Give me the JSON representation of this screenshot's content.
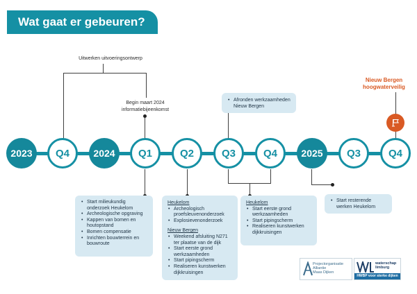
{
  "header": {
    "title": "Wat gaat er gebeuren?"
  },
  "timeline": {
    "nodes": [
      {
        "label": "2023",
        "kind": "year"
      },
      {
        "label": "Q4",
        "kind": "quarter"
      },
      {
        "label": "2024",
        "kind": "year"
      },
      {
        "label": "Q1",
        "kind": "quarter"
      },
      {
        "label": "Q2",
        "kind": "quarter"
      },
      {
        "label": "Q3",
        "kind": "quarter"
      },
      {
        "label": "Q4",
        "kind": "quarter"
      },
      {
        "label": "2025",
        "kind": "year"
      },
      {
        "label": "Q3",
        "kind": "quarter"
      },
      {
        "label": "Q4",
        "kind": "quarter"
      }
    ]
  },
  "annotations": {
    "uitwerken": "Uitwerken uitvoeringsontwerp",
    "begin_line1": "Begin maart 2024",
    "begin_line2": "informatiebijeenkomst"
  },
  "cards": {
    "q3_top": {
      "items": [
        "Afronden werkzaamheden Nieuw Bergen"
      ]
    },
    "q1": {
      "items": [
        "Start milieukundig onderzoek Heukelom",
        "Archeologische opgraving",
        "Kappen van bomen en houtopstand",
        "Bomen compensatie",
        "Inrichten bouwterrein en bouwroute"
      ]
    },
    "q2": {
      "heading1": "Heukelom",
      "items1": [
        "Archeologisch proefsleuvenonderzoek",
        "Explosievenonderzoek"
      ],
      "heading2": "Nieuw Bergen",
      "items2": [
        "Weekend afsluiting N271 ter plaatse van de dijk",
        "Start eerste grond werkzaamheden",
        "Start pipingscherm",
        "Realiseren kunstwerken dijkkruisingen"
      ]
    },
    "q3q4": {
      "heading": "Heukelom",
      "items": [
        "Start eerste grond werkzaamheden",
        "Start pipingscherm",
        "Realiseren kunstwerken dijkkruisingen"
      ]
    },
    "q3_2025": {
      "items": [
        "Start resterende werken Heukelom"
      ]
    }
  },
  "milestone": {
    "line1": "Nieuw Bergen",
    "line2": "hoogwaterveilig"
  },
  "logos": {
    "left": {
      "line1": "Projectorganisatie",
      "line2": "Alliantie",
      "line3": "Maas Dijken"
    },
    "right": {
      "line1": "waterschap",
      "line2": "limburg",
      "tagline": "HWBP voor sterke dijken"
    }
  },
  "colors": {
    "teal": "#1590a4",
    "year_fill": "#15889b",
    "card_bg": "#d7e9f2",
    "milestone": "#d95a24"
  },
  "icons": {
    "flag": "flag-icon"
  }
}
